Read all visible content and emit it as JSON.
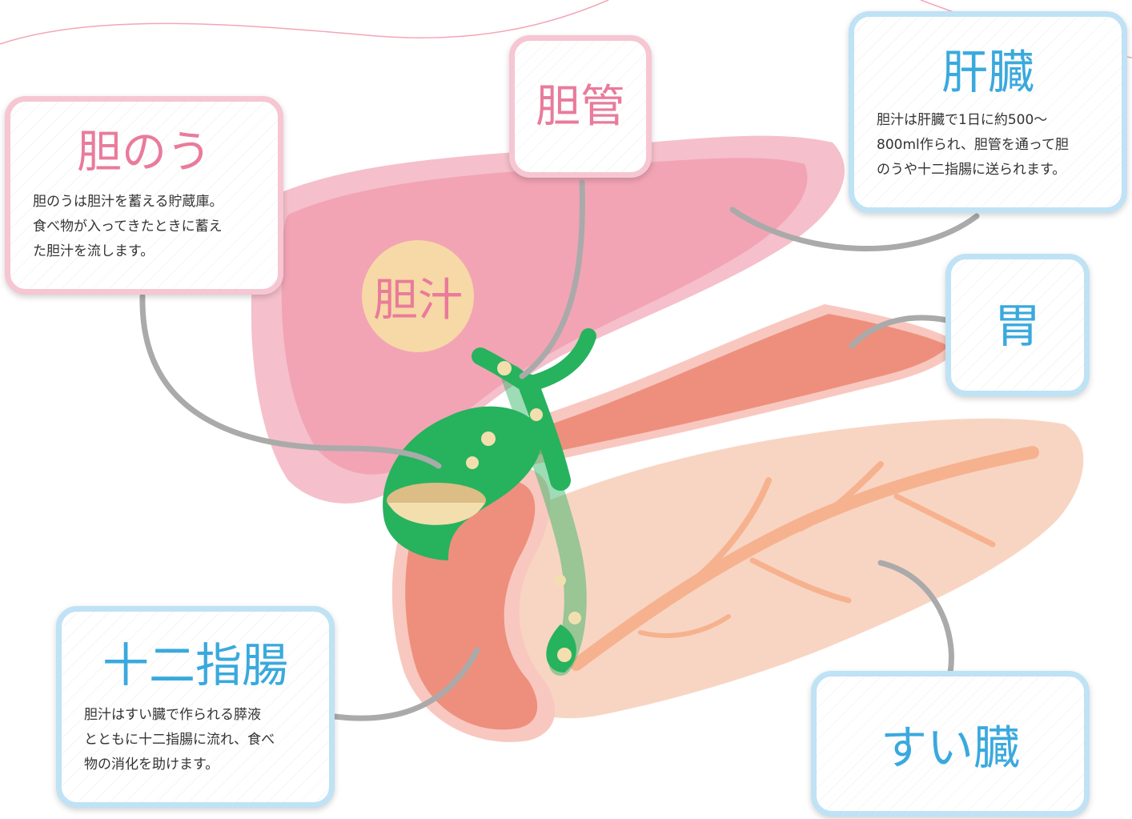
{
  "labels": {
    "gallbladder": {
      "title": "胆のう",
      "desc": "胆のうは胆汁を蓄える貯蔵庫。\n食べ物が入ってきたときに蓄え\nた胆汁を流します。"
    },
    "bile_duct": {
      "title": "胆管"
    },
    "liver": {
      "title": "肝臓",
      "desc": "胆汁は肝臓で1日に約500〜\n800ml作られ、胆管を通って胆\nのうや十二指腸に送られます。"
    },
    "stomach": {
      "title": "胃"
    },
    "duodenum": {
      "title": "十二指腸",
      "desc": "胆汁はすい臓で作られる膵液\nとともに十二指腸に流れ、食べ\n物の消化を助けます。"
    },
    "pancreas": {
      "title": "すい臓"
    },
    "bile": "胆汁"
  },
  "colors": {
    "pink_border": "#f6c6d3",
    "pink_text": "#e97b9b",
    "blue_border": "#bfe2f5",
    "blue_text": "#3aa9dd",
    "liver": "#f2a4b4",
    "gallbladder": "#27b25e",
    "duodenum": "#ee8f7d",
    "pancreas": "#f8d5c3",
    "bile_circle": "#f6d9a6",
    "leader_line": "#aaaaaa"
  }
}
